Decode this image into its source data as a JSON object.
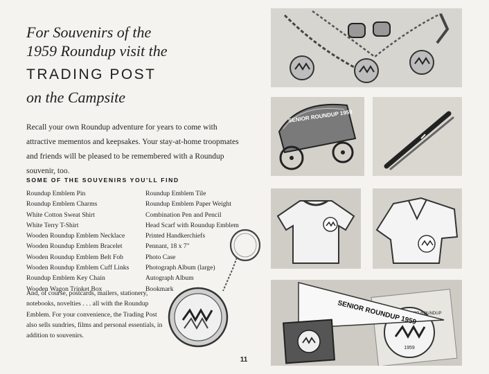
{
  "headline": {
    "line1": "For Souvenirs of the",
    "line2": "1959 Roundup visit the",
    "big": "TRADING POST",
    "line3": "on the Campsite"
  },
  "intro": "Recall your own Roundup adventure for years to come with attractive mementos and keepsakes. Your stay-at-home troopmates and friends will be pleased to be remembered with a Roundup souvenir, too.",
  "section_heading": "SOME OF THE SOUVENIRS YOU'LL FIND",
  "souvenirs_left": [
    "Roundup Emblem Pin",
    "Roundup Emblem Charms",
    "White Cotton Sweat Shirt",
    "White Terry T-Shirt",
    "Wooden Roundup Emblem Necklace",
    "Wooden Roundup Emblem Bracelet",
    "Wooden Roundup Emblem Belt Fob",
    "Wooden Roundup Emblem Cuff Links",
    "Roundup Emblem Key Chain",
    "Wooden Wagon Trinket Box"
  ],
  "souvenirs_right": [
    "Roundup Emblem Tile",
    "Roundup Emblem Paper Weight",
    "Combination Pen and Pencil",
    "Head Scarf with Roundup Emblem",
    "Printed Handkerchiefs",
    "Pennant, 18 x 7\"",
    "Photo Case",
    "Photograph Album (large)",
    "Autograph Album",
    "Bookmark"
  ],
  "closing": "And, of course, postcards, mailers, stationery, notebooks, novelties . . . all with the Roundup Emblem. For your convenience, the Trading Post also sells sundries, films and personal essentials, in addition to souvenirs.",
  "page_number": "11",
  "artwork_text": {
    "wagon_cover": "SENIOR ROUNDUP 1959",
    "pennant": "SENIOR ROUNDUP 1959",
    "emblem_ring": "GIRL SCOUT SENIOR ROUNDUP",
    "emblem_year": "1959"
  }
}
